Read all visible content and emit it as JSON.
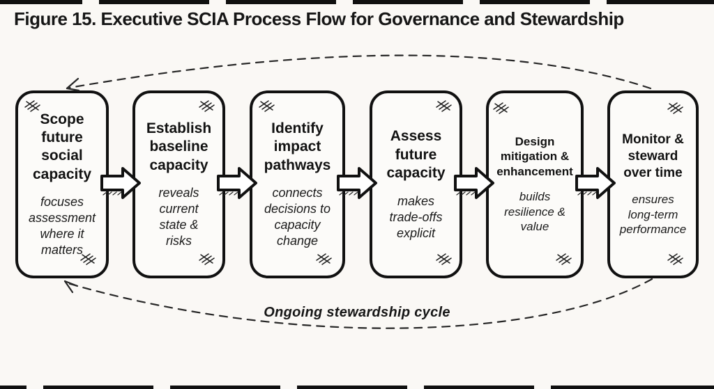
{
  "figure": {
    "title": "Figure 15. Executive SCIA Process Flow for Governance and Stewardship"
  },
  "steps": [
    {
      "heading": "Scope\nfuture\nsocial\ncapacity",
      "subtitle": "focuses\nassessment\nwhere it\nmatters"
    },
    {
      "heading": "Establish\nbaseline\ncapacity",
      "subtitle": "reveals\ncurrent\nstate &\nrisks"
    },
    {
      "heading": "Identify\nimpact\npathways",
      "subtitle": "connects\ndecisions to\ncapacity\nchange"
    },
    {
      "heading": "Assess\nfuture\ncapacity",
      "subtitle": "makes\ntrade-offs\nexplicit"
    },
    {
      "heading": "Design\nmitigation &\nenhancement",
      "subtitle": "builds\nresilience &\nvalue"
    },
    {
      "heading": "Monitor &\nsteward\nover time",
      "subtitle": "ensures\nlong-term\nperformance"
    }
  ],
  "cycle": {
    "label": "Ongoing stewardship cycle"
  },
  "icons": {
    "step_connector": "block-arrow-right-icon",
    "loop_return": "dashed-curve-arrow-icon",
    "corner_mark": "sketch-scribble-icon"
  },
  "colors": {
    "background": "#faf8f5",
    "ink": "#111111",
    "box_fill": "#fcfbf9",
    "dashed_line": "#262626"
  }
}
